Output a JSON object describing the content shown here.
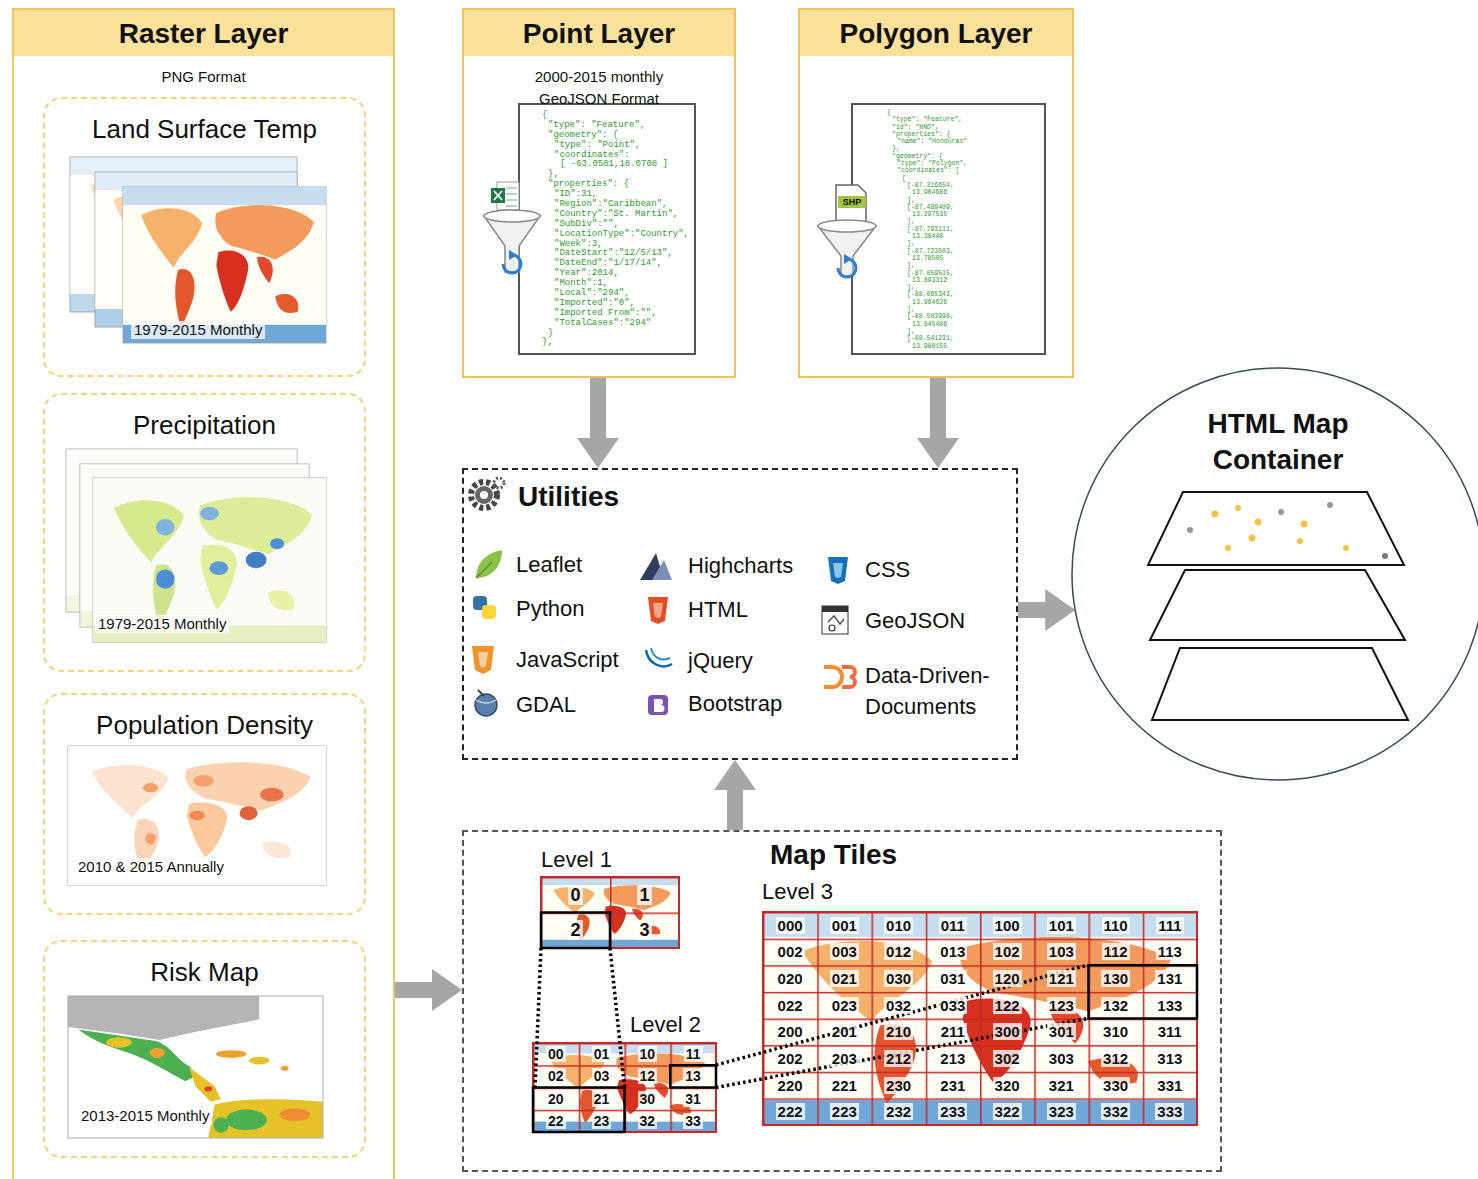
{
  "diagram": {
    "nodes": [
      {
        "text": [
          "Raster Layer",
          "PNG Format"
        ]
      },
      {
        "text": [
          "Land Surface Temp",
          "1979-2015 Monthly"
        ],
        "in": 0
      },
      {
        "text": [
          "Precipitation",
          "1979-2015 Monthly"
        ],
        "in": 0
      },
      {
        "text": [
          "Population Density",
          "2010 & 2015 Annually"
        ],
        "in": 0
      },
      {
        "text": [
          "Risk Map",
          "2013-2015 Monthly"
        ],
        "in": 0
      },
      {
        "text": [
          "Point Layer",
          "2000-2015 monthly GeoJSON Format"
        ]
      },
      {
        "text": [
          "{",
          "\"type\": \"Feature\",",
          "\"geometry\": {",
          "\"type\": \"Point\",",
          "\"coordinates\":",
          "[ -63.0501,18.0708 ]",
          "},",
          "\"properties\": {",
          "\"ID\":31,",
          "\"Region\":\"Caribbean\",",
          "\"Country\":\"St. Martin\",",
          "\"SubDiv\":\"\",",
          "\"LocationType\":\"Country\",",
          "\"Week\":3,",
          "\"DateStart\":\"12/5/13\",",
          "\"DateEnd\":\"1/17/14\",",
          "\"Year\":2014,",
          "\"Month\":1,",
          "\"Local\":\"294\",",
          "\"Imported\":\"0\",",
          "\"Imported From\":\"\",",
          "\"TotalCases\":\"294\"",
          "}",
          "},"
        ],
        "in": 5
      },
      {
        "text": [
          "Polygon Layer"
        ]
      },
      {
        "text": [
          "{",
          "\"type\": \"Feature\",",
          "\"id\": \"HND\",",
          "\"properties\": {",
          "\"name\": \"Honduras\"",
          "},",
          "\"geometry\": {",
          "\"type\": \"Polygon\",",
          "\"coordinates\": [",
          "[",
          "[-87.316654,",
          "13.984686",
          "],",
          "[-87.489409,",
          "13.297535",
          "],",
          "[-87.793111,",
          "13.38448",
          "],",
          "[-87.723503,",
          "13.78505",
          "],",
          "[-87.859515,",
          "13.893312",
          "],",
          "[-88.065343,",
          "13.964626",
          "],",
          "[-88.503998,",
          "13.845486",
          "],",
          "[-88.541231,",
          "13.980155"
        ],
        "in": 7
      },
      {
        "text": [
          "Utilities",
          "Leaflet",
          "Python",
          "JavaScript",
          "GDAL",
          "Highcharts",
          "HTML",
          "jQuery",
          "Bootstrap",
          "CSS",
          "GeoJSON",
          "Data-Driven- Documents"
        ]
      },
      {
        "text": [
          "HTML Map Container"
        ]
      },
      {
        "text": [
          "Map Tiles",
          "Level 1",
          "Level 2",
          "Level 3"
        ]
      }
    ],
    "edges": [
      {
        "from": 5,
        "to": 9,
        "arrow": "to"
      },
      {
        "from": 7,
        "to": 9,
        "arrow": "to"
      },
      {
        "from": 9,
        "to": 10,
        "arrow": "to"
      },
      {
        "from": 11,
        "to": 9,
        "arrow": "to"
      },
      {
        "from": 0,
        "to": 11,
        "arrow": "to"
      }
    ],
    "labels": [
      "0",
      "1",
      "2",
      "3",
      "00",
      "01",
      "10",
      "11",
      "02",
      "03",
      "12",
      "13",
      "20",
      "21",
      "30",
      "31",
      "22",
      "23",
      "32",
      "33",
      "000",
      "001",
      "010",
      "011",
      "100",
      "101",
      "110",
      "111",
      "002",
      "003",
      "012",
      "013",
      "102",
      "103",
      "112",
      "113",
      "020",
      "021",
      "030",
      "031",
      "120",
      "121",
      "130",
      "131",
      "022",
      "023",
      "032",
      "033",
      "122",
      "123",
      "132",
      "133",
      "200",
      "201",
      "210",
      "211",
      "300",
      "301",
      "310",
      "311",
      "202",
      "203",
      "212",
      "213",
      "302",
      "303",
      "312",
      "313",
      "220",
      "221",
      "230",
      "231",
      "320",
      "321",
      "330",
      "331",
      "222",
      "223",
      "232",
      "233",
      "322",
      "323",
      "332",
      "333",
      "SHP"
    ]
  }
}
